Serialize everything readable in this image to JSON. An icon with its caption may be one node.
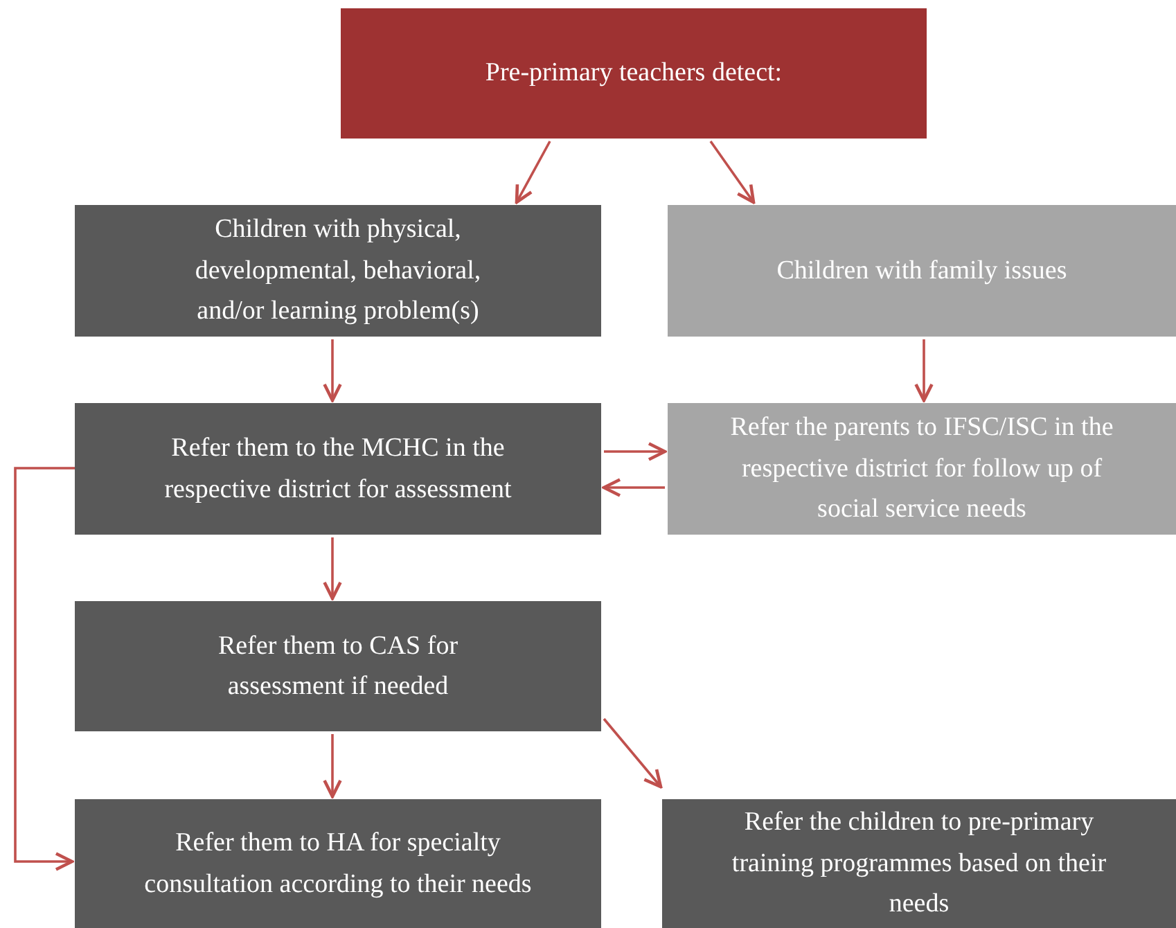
{
  "diagram": {
    "nodes": [
      {
        "text": [
          "Pre-primary teachers detect:"
        ]
      },
      {
        "text": [
          "Children with physical, developmental, behavioral, and/or learning problem(s)"
        ]
      },
      {
        "text": [
          "Children with family issues"
        ]
      },
      {
        "text": [
          "Refer them to the MCHC in the respective district for assessment"
        ]
      },
      {
        "text": [
          "Refer the parents to IFSC/ISC in the respective district for follow up of social service needs"
        ]
      },
      {
        "text": [
          "Refer them to CAS for assessment if needed"
        ]
      },
      {
        "text": [
          "Refer them to HA for specialty consultation according to their needs"
        ]
      },
      {
        "text": [
          "Refer the children to pre-primary training programmes based on their needs"
        ]
      }
    ],
    "edges": [
      {
        "from": 0,
        "to": 1,
        "arrow": "to"
      },
      {
        "from": 0,
        "to": 2,
        "arrow": "to"
      },
      {
        "from": 1,
        "to": 3,
        "arrow": "to"
      },
      {
        "from": 2,
        "to": 4,
        "arrow": "to"
      },
      {
        "from": 3,
        "to": 4,
        "arrow": "to"
      },
      {
        "from": 4,
        "to": 3,
        "arrow": "to"
      },
      {
        "from": 3,
        "to": 5,
        "arrow": "to"
      },
      {
        "from": 5,
        "to": 6,
        "arrow": "to"
      },
      {
        "from": 5,
        "to": 7,
        "arrow": "to"
      },
      {
        "from": 3,
        "to": 6,
        "arrow": "to"
      }
    ]
  }
}
